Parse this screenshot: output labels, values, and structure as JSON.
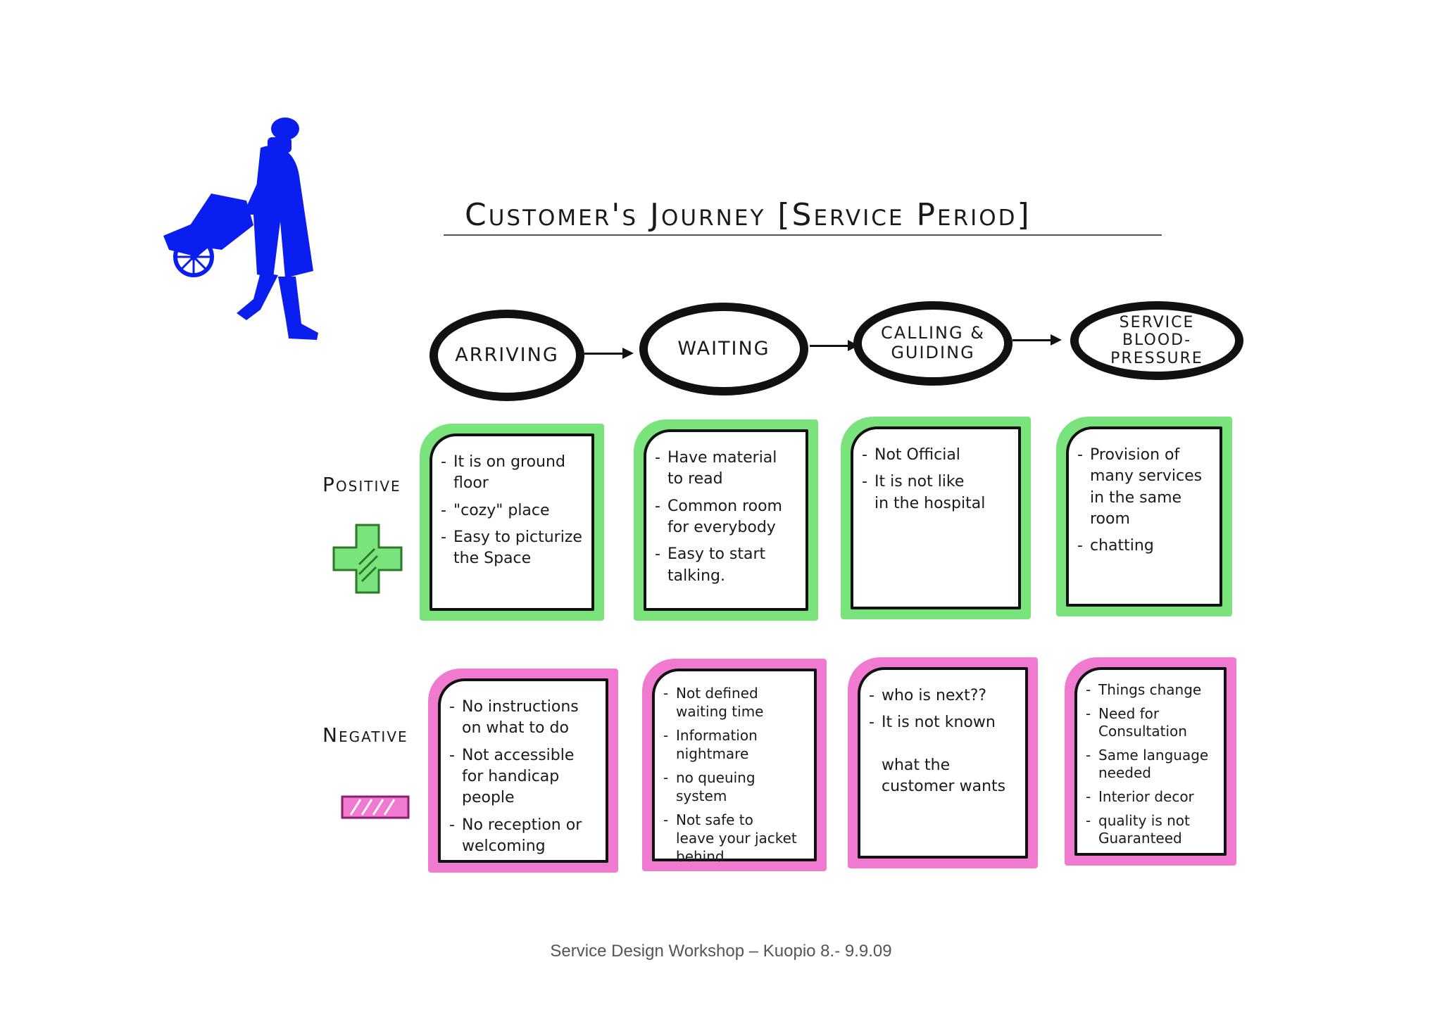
{
  "title": "Customer's Journey [Service Period]",
  "stages": [
    {
      "label": "ARRIVING"
    },
    {
      "label": "WAITING"
    },
    {
      "label": "CALLING &\nGUIDING"
    },
    {
      "label": "SERVICE\nBLOOD-PRESSURE"
    }
  ],
  "rows": {
    "positive_label": "Positive",
    "negative_label": "Negative"
  },
  "positive": [
    {
      "items": [
        "It is on ground\nfloor",
        "\"cozy\" place",
        "Easy to picturize\nthe Space"
      ]
    },
    {
      "items": [
        "Have material\nto read",
        "Common room\nfor everybody",
        "Easy to start\ntalking."
      ]
    },
    {
      "items": [
        "Not Official",
        "It is not like\nin the hospital"
      ]
    },
    {
      "items": [
        "Provision of\nmany services\nin the same room",
        "chatting"
      ]
    }
  ],
  "negative": [
    {
      "items": [
        "No instructions\non what to do",
        "Not accessible\nfor handicap people",
        "No reception or\nwelcoming"
      ]
    },
    {
      "items": [
        "Not defined\nwaiting time",
        "Information\nnightmare",
        "no queuing system",
        "Not safe to\nleave your jacket\nbehind"
      ]
    },
    {
      "items": [
        "who is next??",
        "It is not known\n\nwhat the\ncustomer wants"
      ]
    },
    {
      "items": [
        "Things change",
        "Need for\nConsultation",
        "Same language\nneeded",
        "Interior decor",
        "quality is not\nGuaranteed"
      ]
    }
  ],
  "colors": {
    "positive": "#7be37c",
    "negative": "#f07ad0",
    "figure": "#0a1ef0"
  },
  "footer": "Service Design Workshop – Kuopio 8.- 9.9.09"
}
